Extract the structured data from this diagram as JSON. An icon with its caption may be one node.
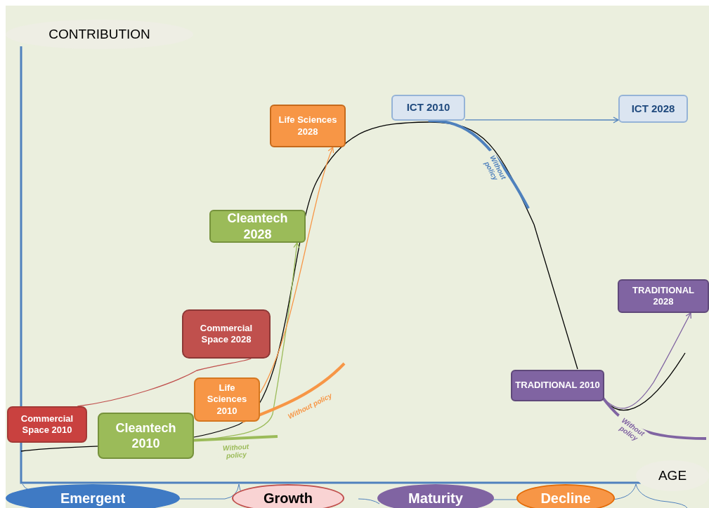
{
  "diagram": {
    "nodes": [
      {
        "text": [
          "Commercial Space 2010"
        ]
      },
      {
        "text": [
          "Cleantech 2010"
        ]
      },
      {
        "text": [
          "Life Sciences 2010"
        ]
      },
      {
        "text": [
          "Commercial Space 2028"
        ]
      },
      {
        "text": [
          "Cleantech 2028"
        ]
      },
      {
        "text": [
          "Life Sciences 2028"
        ]
      },
      {
        "text": [
          "ICT 2010"
        ]
      },
      {
        "text": [
          "ICT 2028"
        ]
      },
      {
        "text": [
          "TRADITIONAL 2010"
        ]
      },
      {
        "text": [
          "TRADITIONAL 2028"
        ]
      },
      {
        "text": [
          "Emergent"
        ]
      },
      {
        "text": [
          "Growth"
        ]
      },
      {
        "text": [
          "Maturity"
        ]
      },
      {
        "text": [
          "Decline"
        ]
      }
    ],
    "edges": [
      {
        "from": 0,
        "to": 3,
        "arrow": "none",
        "color": "#c0504d"
      },
      {
        "from": 1,
        "to": 4,
        "arrow": "to",
        "color": "#9bbb59"
      },
      {
        "from": 2,
        "to": 5,
        "arrow": "to",
        "color": "#f79646"
      },
      {
        "from": 1,
        "to": null,
        "arrow": "none",
        "style": "thick",
        "color": "#9bbb59",
        "label": "Without policy"
      },
      {
        "from": 2,
        "to": null,
        "arrow": "none",
        "style": "thick",
        "color": "#f79646",
        "label": "Without policy"
      },
      {
        "from": 6,
        "to": 7,
        "arrow": "to",
        "color": "#4f81bd"
      },
      {
        "from": 6,
        "to": null,
        "arrow": "none",
        "style": "thick",
        "color": "#4f81bd",
        "label": "Without policy"
      },
      {
        "from": 8,
        "to": 9,
        "arrow": "to",
        "color": "#8064a2"
      },
      {
        "from": 8,
        "to": null,
        "arrow": "none",
        "style": "thick",
        "color": "#8064a2",
        "label": "Without policy"
      }
    ],
    "labels": [
      "CONTRIBUTION",
      "AGE"
    ]
  }
}
